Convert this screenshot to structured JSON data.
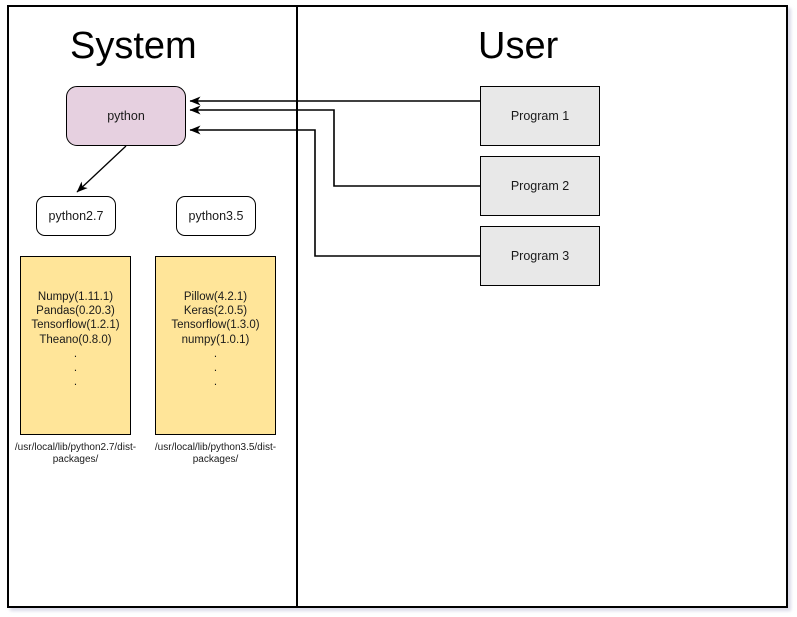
{
  "diagram": {
    "title_left": "System",
    "title_right": "User",
    "system": {
      "root_node": {
        "label": "python",
        "fill": "#e6d0e0"
      },
      "interpreters": [
        {
          "label": "python2.7"
        },
        {
          "label": "python3.5"
        }
      ],
      "package_boxes": [
        {
          "fill": "#ffe599",
          "packages": "Numpy(1.11.1)\nPandas(0.20.3)\nTensorflow(1.2.1)\nTheano(0.8.0)\n.\n.\n.",
          "path": "/usr/local/lib/python2.7/dist-packages/"
        },
        {
          "fill": "#ffe599",
          "packages": "Pillow(4.2.1)\nKeras(2.0.5)\nTensorflow(1.3.0)\nnumpy(1.0.1)\n.\n.\n.",
          "path": "/usr/local/lib/python3.5/dist-packages/"
        }
      ]
    },
    "user": {
      "programs": [
        {
          "label": "Program 1",
          "fill": "#e8e8e8"
        },
        {
          "label": "Program 2",
          "fill": "#e8e8e8"
        },
        {
          "label": "Program 3",
          "fill": "#e8e8e8"
        }
      ]
    },
    "colors": {
      "stroke": "#000000",
      "python_fill": "#e6d0e0",
      "package_fill": "#ffe599",
      "program_fill": "#e8e8e8",
      "background": "#ffffff"
    }
  }
}
